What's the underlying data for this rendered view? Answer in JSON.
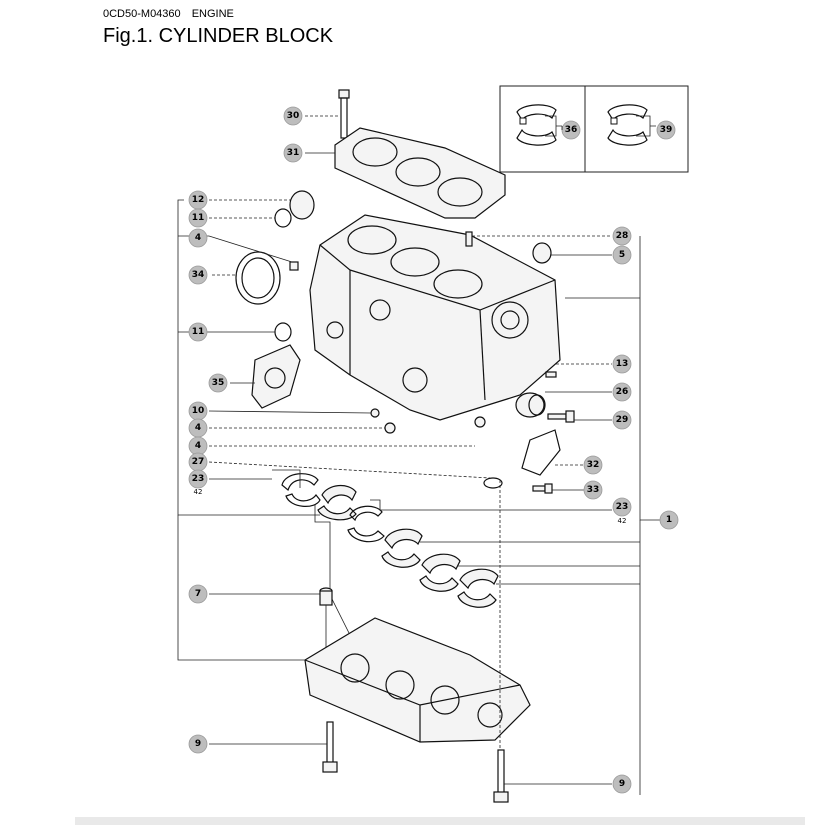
{
  "header": {
    "code": "0CD50-M04360",
    "section": "ENGINE",
    "figure_title": "Fig.1.  CYLINDER BLOCK"
  },
  "callouts": {
    "c30": "30",
    "c31": "31",
    "c12": "12",
    "c11a": "11",
    "c4a": "4",
    "c34": "34",
    "c11b": "11",
    "c35": "35",
    "c10": "10",
    "c4b": "4",
    "c4c": "4",
    "c27": "27",
    "c23a": "23",
    "c42a": "42",
    "c7": "7",
    "c9a": "9",
    "c28": "28",
    "c5": "5",
    "c13": "13",
    "c26": "26",
    "c29": "29",
    "c32": "32",
    "c33": "33",
    "c23b": "23",
    "c42b": "42",
    "c1": "1",
    "c9b": "9",
    "c36": "36",
    "c39": "39"
  },
  "colors": {
    "callout_fill": "#bdbdbd",
    "line": "#222222"
  }
}
